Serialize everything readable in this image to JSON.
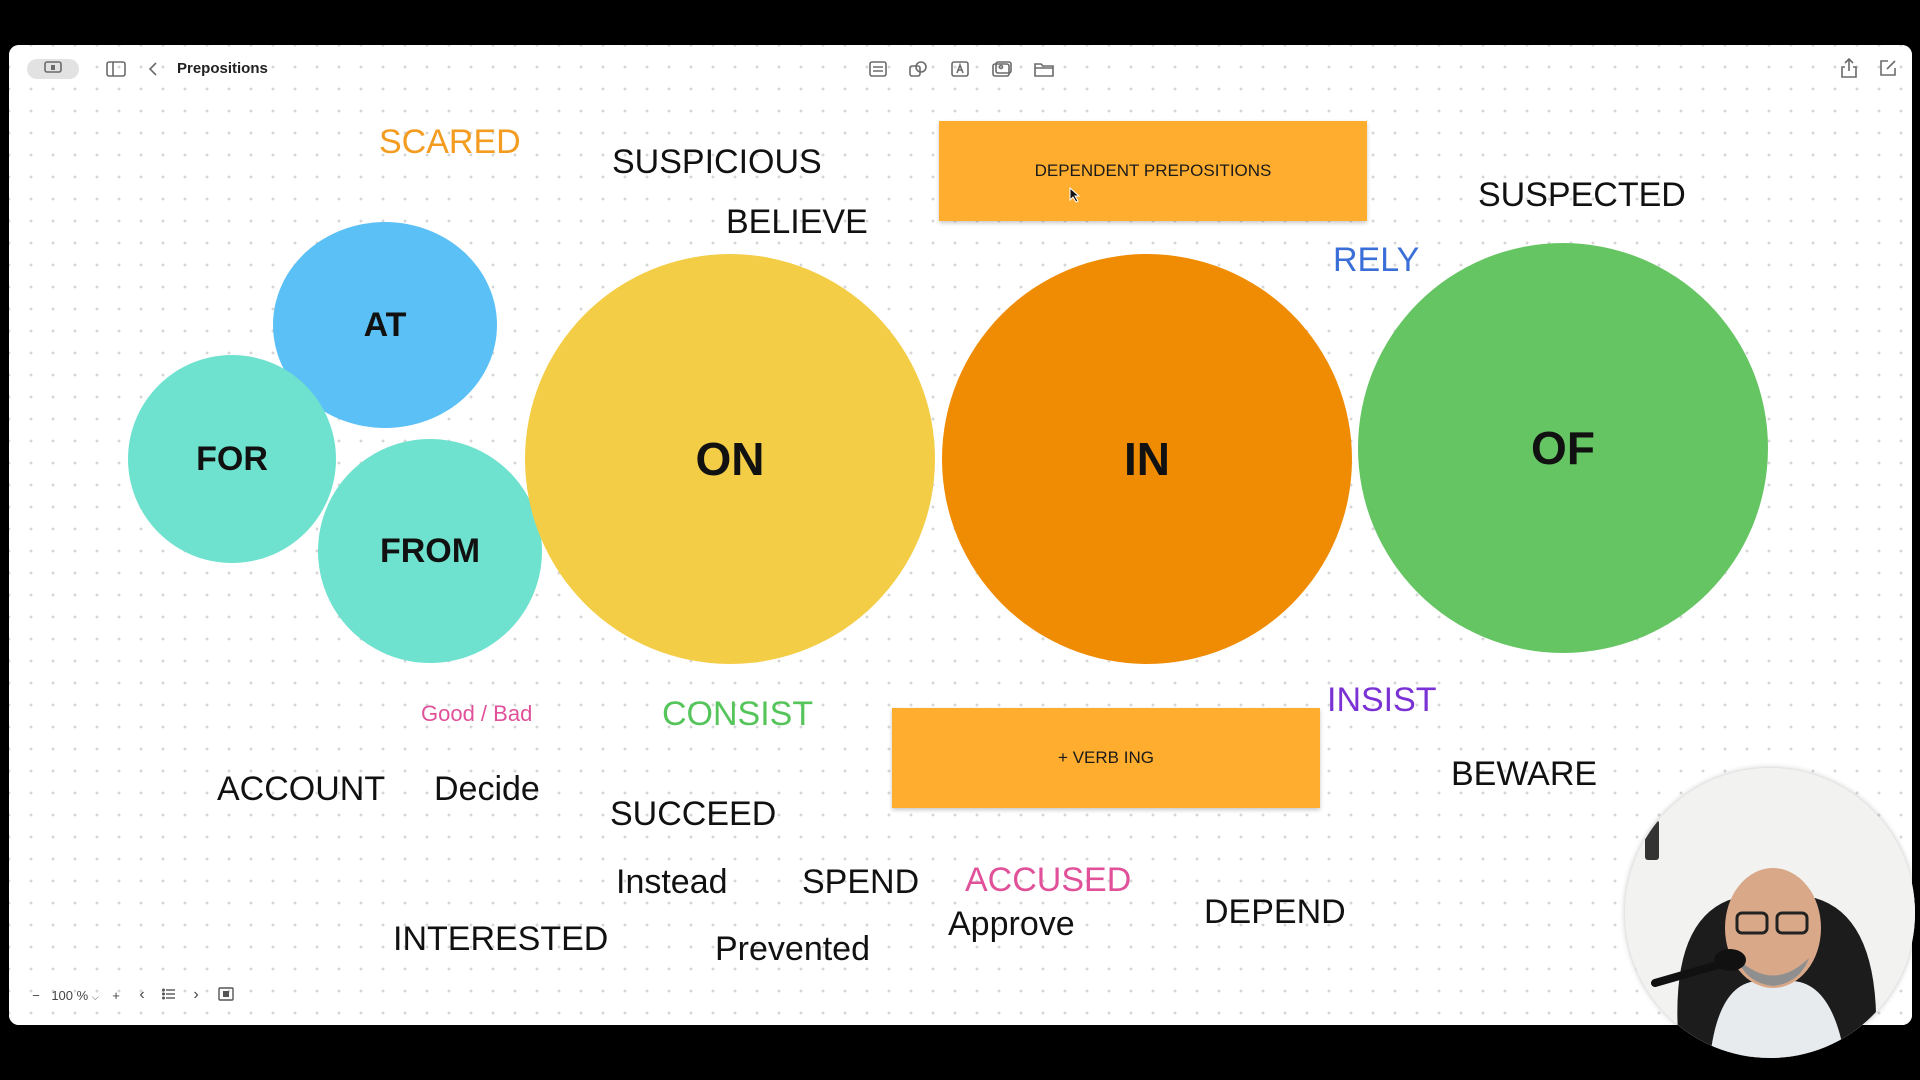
{
  "window": {
    "title": "Prepositions"
  },
  "toolbar": {
    "icons": [
      "sidebar-toggle-icon",
      "back-chevron-icon",
      "list-icon",
      "shapes-icon",
      "text-box-icon",
      "media-icon",
      "folder-icon",
      "share-icon",
      "compose-icon"
    ]
  },
  "board": {
    "circles": [
      {
        "label": "AT",
        "color": "#5bc0f5"
      },
      {
        "label": "FOR",
        "color": "#6ee2cf"
      },
      {
        "label": "FROM",
        "color": "#6ee2cf"
      },
      {
        "label": "ON",
        "color": "#f4cd47"
      },
      {
        "label": "IN",
        "color": "#f08c04"
      },
      {
        "label": "OF",
        "color": "#66c563"
      }
    ],
    "cards": {
      "top": "DEPENDENT PREPOSITIONS",
      "bottom": "+ VERB ING"
    },
    "words": {
      "scared": "SCARED",
      "suspicious": "SUSPICIOUS",
      "believe": "BELIEVE",
      "suspected": "SUSPECTED",
      "rely": "RELY",
      "good_bad": "Good / Bad",
      "consist": "CONSIST",
      "insist": "INSIST",
      "account": "ACCOUNT",
      "decide": "Decide",
      "succeed": "SUCCEED",
      "beware": "BEWARE",
      "instead": "Instead",
      "spend": "SPEND",
      "accused": "ACCUSED",
      "approve": "Approve",
      "depend": "DEPEND",
      "interested": "INTERESTED",
      "prevented": "Prevented"
    },
    "colors": {
      "orange_text": "#f39c1f",
      "blue_text": "#3b6fd8",
      "purple_text": "#7b32d4",
      "pink_text": "#e0519a",
      "green_text": "#55c45a",
      "card_fill": "#ffad2e"
    }
  },
  "zoom_bar": {
    "minus": "−",
    "zoom_level": "100 %",
    "plus": "+",
    "prev": "‹",
    "next": "›"
  }
}
